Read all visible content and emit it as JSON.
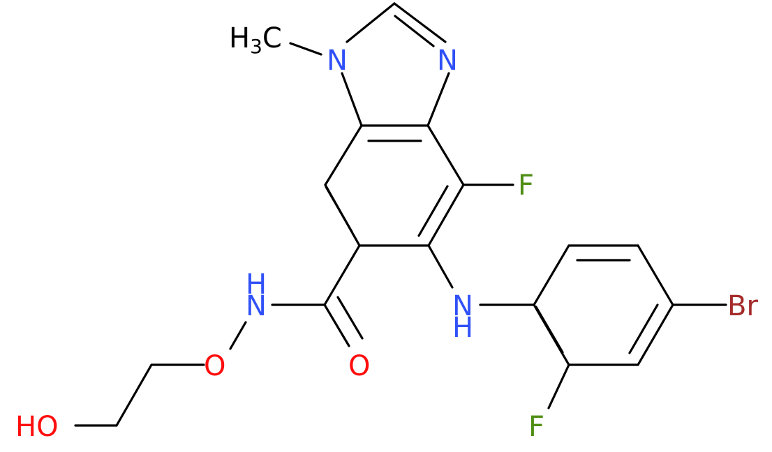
{
  "molecule": {
    "colors": {
      "bond": "#000000",
      "N": "#3050f8",
      "O": "#ff0d0d",
      "F": "#4f8e14",
      "Br": "#a52a2a",
      "C": "#000000"
    },
    "atoms": {
      "ch3": {
        "text": "H",
        "sub": "3",
        "tail": "C",
        "element": "C"
      },
      "n1": {
        "text": "N",
        "element": "N"
      },
      "n3": {
        "text": "N",
        "element": "N"
      },
      "f4": {
        "text": "F",
        "element": "F"
      },
      "nh": {
        "text": "H",
        "element": "N"
      },
      "nh_n": {
        "text": "N",
        "element": "N"
      },
      "amine": {
        "text": "N",
        "h": "H",
        "element": "N"
      },
      "o_carbonyl": {
        "text": "O",
        "element": "O"
      },
      "o_link": {
        "text": "O",
        "element": "O"
      },
      "ho": {
        "text": "HO",
        "element": "O"
      },
      "br": {
        "text": "Br",
        "element": "Br"
      },
      "f2": {
        "text": "F",
        "element": "F"
      }
    }
  }
}
